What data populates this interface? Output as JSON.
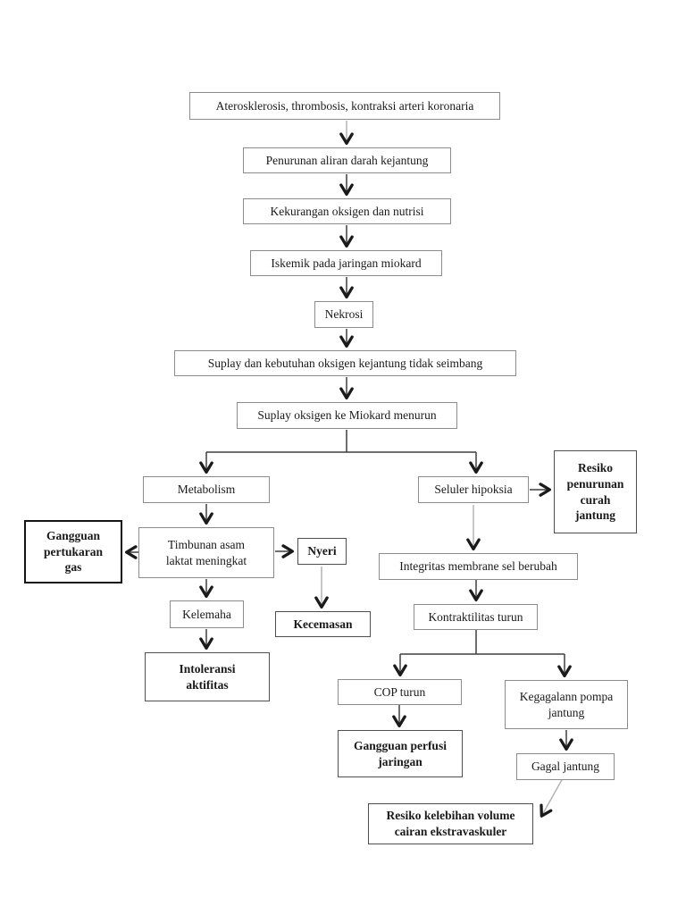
{
  "page": {
    "background": "#ffffff"
  },
  "colors": {
    "box_border": "#8c8c8c",
    "box_border_emphasis": "#4f4f4f",
    "box_border_thick": "#151515",
    "connector_line": "#3f3f3f",
    "connector_line_light": "#b4b4b4",
    "arrowhead": "#1a1a1a",
    "text": "#1a1a1a"
  },
  "diagram": {
    "type": "flowchart",
    "nodes": [
      {
        "id": "aterosklerosis",
        "label": "Aterosklerosis, thrombosis, kontraksi arteri koronaria",
        "emphasis": false
      },
      {
        "id": "penurunan-aliran",
        "label": "Penurunan aliran darah kejantung",
        "emphasis": false
      },
      {
        "id": "kekurangan-oksigen",
        "label": "Kekurangan oksigen dan nutrisi",
        "emphasis": false
      },
      {
        "id": "iskemik",
        "label": "Iskemik pada jaringan miokard",
        "emphasis": false
      },
      {
        "id": "nekrosi",
        "label": "Nekrosi",
        "emphasis": false
      },
      {
        "id": "suplay-kebutuhan",
        "label": "Suplay dan kebutuhan oksigen kejantung tidak seimbang",
        "emphasis": false
      },
      {
        "id": "suplay-oksigen",
        "label": "Suplay oksigen ke Miokard menurun",
        "emphasis": false
      },
      {
        "id": "metabolism",
        "label": "Metabolism",
        "emphasis": false
      },
      {
        "id": "seluler-hipoksia",
        "label": "Seluler hipoksia",
        "emphasis": false
      },
      {
        "id": "resiko-penurunan-curah",
        "label": "Resiko\npenurunan\ncurah\njantung",
        "emphasis": true
      },
      {
        "id": "gangguan-pertukaran-gas",
        "label": "Gangguan\npertukaran\ngas",
        "emphasis": true
      },
      {
        "id": "timbunan-asam",
        "label": "Timbunan asam\nlaktat meningkat",
        "emphasis": false
      },
      {
        "id": "nyeri",
        "label": "Nyeri",
        "emphasis": true
      },
      {
        "id": "integritas-membrane",
        "label": "Integritas membrane sel berubah",
        "emphasis": false
      },
      {
        "id": "kelemaha",
        "label": "Kelemaha",
        "emphasis": false
      },
      {
        "id": "kecemasan",
        "label": "Kecemasan",
        "emphasis": true
      },
      {
        "id": "kontraktilitas",
        "label": "Kontraktilitas turun",
        "emphasis": false
      },
      {
        "id": "intoleransi",
        "label": "Intoleransi\naktifitas",
        "emphasis": true
      },
      {
        "id": "cop-turun",
        "label": "COP turun",
        "emphasis": false
      },
      {
        "id": "kegagalan-pompa",
        "label": "Kegagalann pompa\njantung",
        "emphasis": false
      },
      {
        "id": "gangguan-perfusi",
        "label": "Gangguan perfusi\njaringan",
        "emphasis": true
      },
      {
        "id": "gagal-jantung",
        "label": "Gagal jantung",
        "emphasis": false
      },
      {
        "id": "resiko-kelebihan",
        "label": "Resiko kelebihan volume\ncairan ekstravaskuler",
        "emphasis": true
      }
    ],
    "edges": [
      {
        "from": "aterosklerosis",
        "to": "penurunan-aliran"
      },
      {
        "from": "penurunan-aliran",
        "to": "kekurangan-oksigen"
      },
      {
        "from": "kekurangan-oksigen",
        "to": "iskemik"
      },
      {
        "from": "iskemik",
        "to": "nekrosi"
      },
      {
        "from": "nekrosi",
        "to": "suplay-kebutuhan"
      },
      {
        "from": "suplay-kebutuhan",
        "to": "suplay-oksigen"
      },
      {
        "from": "suplay-oksigen",
        "to": "metabolism"
      },
      {
        "from": "suplay-oksigen",
        "to": "seluler-hipoksia"
      },
      {
        "from": "metabolism",
        "to": "timbunan-asam"
      },
      {
        "from": "timbunan-asam",
        "to": "gangguan-pertukaran-gas"
      },
      {
        "from": "timbunan-asam",
        "to": "nyeri"
      },
      {
        "from": "timbunan-asam",
        "to": "kelemaha"
      },
      {
        "from": "kelemaha",
        "to": "intoleransi"
      },
      {
        "from": "nyeri",
        "to": "kecemasan"
      },
      {
        "from": "seluler-hipoksia",
        "to": "resiko-penurunan-curah"
      },
      {
        "from": "seluler-hipoksia",
        "to": "integritas-membrane"
      },
      {
        "from": "integritas-membrane",
        "to": "kontraktilitas"
      },
      {
        "from": "kontraktilitas",
        "to": "cop-turun"
      },
      {
        "from": "kontraktilitas",
        "to": "kegagalan-pompa"
      },
      {
        "from": "cop-turun",
        "to": "gangguan-perfusi"
      },
      {
        "from": "kegagalan-pompa",
        "to": "gagal-jantung"
      },
      {
        "from": "gagal-jantung",
        "to": "resiko-kelebihan"
      }
    ]
  }
}
